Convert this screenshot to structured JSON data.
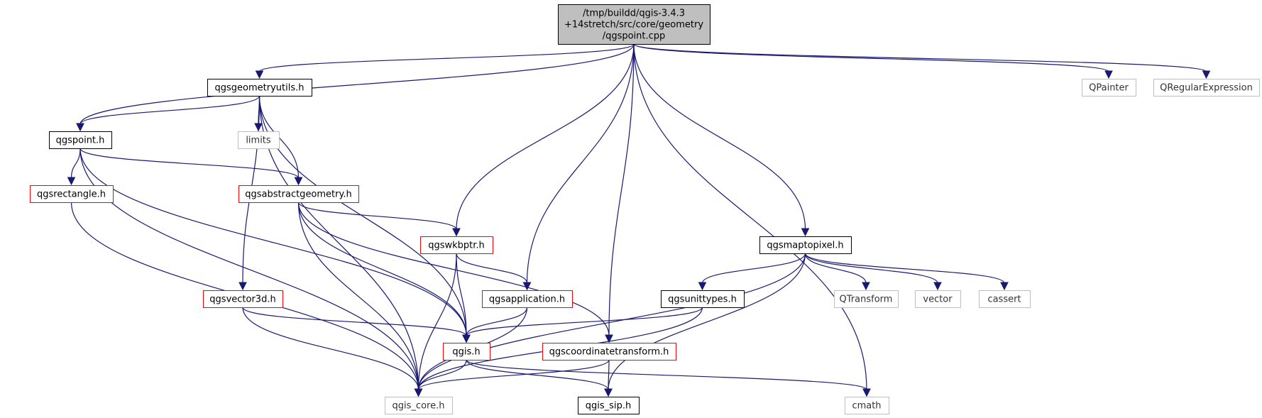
{
  "colors": {
    "edge": "#191970",
    "root_fill": "#bfbfbf",
    "box_border_black": "#000000",
    "box_border_red": "#ff0000",
    "box_border_grey": "#bfbfbf",
    "text": "#000000",
    "text_grey": "#333333"
  },
  "nodes": [
    {
      "id": "root",
      "lines": [
        "/tmp/buildd/qgis-3.4.3",
        "+14stretch/src/core/geometry",
        "/qgspoint.cpp"
      ],
      "style": "root"
    },
    {
      "id": "qgsgeometryutils",
      "lines": [
        "qgsgeometryutils.h"
      ],
      "style": "black"
    },
    {
      "id": "qgspainter",
      "lines": [
        "QPainter"
      ],
      "style": "grey"
    },
    {
      "id": "qregularexpression",
      "lines": [
        "QRegularExpression"
      ],
      "style": "grey"
    },
    {
      "id": "qgspoint",
      "lines": [
        "qgspoint.h"
      ],
      "style": "black"
    },
    {
      "id": "limits",
      "lines": [
        "limits"
      ],
      "style": "grey"
    },
    {
      "id": "qgsrectangle",
      "lines": [
        "qgsrectangle.h"
      ],
      "style": "red"
    },
    {
      "id": "qgsabstractgeometry",
      "lines": [
        "qgsabstractgeometry.h"
      ],
      "style": "red"
    },
    {
      "id": "qgswkbptr",
      "lines": [
        "qgswkbptr.h"
      ],
      "style": "red"
    },
    {
      "id": "qgsmaptopixel",
      "lines": [
        "qgsmaptopixel.h"
      ],
      "style": "black"
    },
    {
      "id": "qgsvector3d",
      "lines": [
        "qgsvector3d.h"
      ],
      "style": "red"
    },
    {
      "id": "qgsapplication",
      "lines": [
        "qgsapplication.h"
      ],
      "style": "red"
    },
    {
      "id": "qgsunittypes",
      "lines": [
        "qgsunittypes.h"
      ],
      "style": "black"
    },
    {
      "id": "qtransform",
      "lines": [
        "QTransform"
      ],
      "style": "grey"
    },
    {
      "id": "vector",
      "lines": [
        "vector"
      ],
      "style": "grey"
    },
    {
      "id": "cassert",
      "lines": [
        "cassert"
      ],
      "style": "grey"
    },
    {
      "id": "qgis",
      "lines": [
        "qgis.h"
      ],
      "style": "red"
    },
    {
      "id": "qgscoordinatetransform",
      "lines": [
        "qgscoordinatetransform.h"
      ],
      "style": "red"
    },
    {
      "id": "qgis_core",
      "lines": [
        "qgis_core.h"
      ],
      "style": "grey"
    },
    {
      "id": "qgis_sip",
      "lines": [
        "qgis_sip.h"
      ],
      "style": "black"
    },
    {
      "id": "cmath",
      "lines": [
        "cmath"
      ],
      "style": "grey"
    }
  ],
  "edges": [
    [
      "root",
      "qgsgeometryutils"
    ],
    [
      "root",
      "qgspoint"
    ],
    [
      "root",
      "qgswkbptr"
    ],
    [
      "root",
      "qgsapplication"
    ],
    [
      "root",
      "qgscoordinatetransform"
    ],
    [
      "root",
      "qgsmaptopixel"
    ],
    [
      "root",
      "qgspainter"
    ],
    [
      "root",
      "qregularexpression"
    ],
    [
      "root",
      "cmath"
    ],
    [
      "qgsgeometryutils",
      "qgspoint"
    ],
    [
      "qgsgeometryutils",
      "limits"
    ],
    [
      "qgsgeometryutils",
      "qgsabstractgeometry"
    ],
    [
      "qgsgeometryutils",
      "qgsvector3d"
    ],
    [
      "qgsgeometryutils",
      "qgis"
    ],
    [
      "qgsgeometryutils",
      "qgis_core"
    ],
    [
      "qgspoint",
      "qgsrectangle"
    ],
    [
      "qgspoint",
      "qgsabstractgeometry"
    ],
    [
      "qgspoint",
      "qgis"
    ],
    [
      "qgspoint",
      "qgis_core"
    ],
    [
      "qgsrectangle",
      "qgis_core"
    ],
    [
      "qgsabstractgeometry",
      "qgswkbptr"
    ],
    [
      "qgsabstractgeometry",
      "qgscoordinatetransform"
    ],
    [
      "qgsabstractgeometry",
      "qgis"
    ],
    [
      "qgsabstractgeometry",
      "qgis_core"
    ],
    [
      "qgswkbptr",
      "qgsapplication"
    ],
    [
      "qgswkbptr",
      "qgis"
    ],
    [
      "qgswkbptr",
      "qgis_core"
    ],
    [
      "qgsvector3d",
      "qgis"
    ],
    [
      "qgsvector3d",
      "qgis_core"
    ],
    [
      "qgsapplication",
      "qgis"
    ],
    [
      "qgsapplication",
      "qgis_core"
    ],
    [
      "qgsmaptopixel",
      "qgsunittypes"
    ],
    [
      "qgsmaptopixel",
      "qtransform"
    ],
    [
      "qgsmaptopixel",
      "vector"
    ],
    [
      "qgsmaptopixel",
      "cassert"
    ],
    [
      "qgsmaptopixel",
      "qgis_core"
    ],
    [
      "qgsmaptopixel",
      "qgis_sip"
    ],
    [
      "qgsunittypes",
      "qgis"
    ],
    [
      "qgsunittypes",
      "qgis_core"
    ],
    [
      "qgis",
      "qgis_core"
    ],
    [
      "qgis",
      "qgis_sip"
    ],
    [
      "qgis",
      "cmath"
    ],
    [
      "qgscoordinatetransform",
      "qgis_core"
    ],
    [
      "qgscoordinatetransform",
      "qgis_sip"
    ]
  ]
}
